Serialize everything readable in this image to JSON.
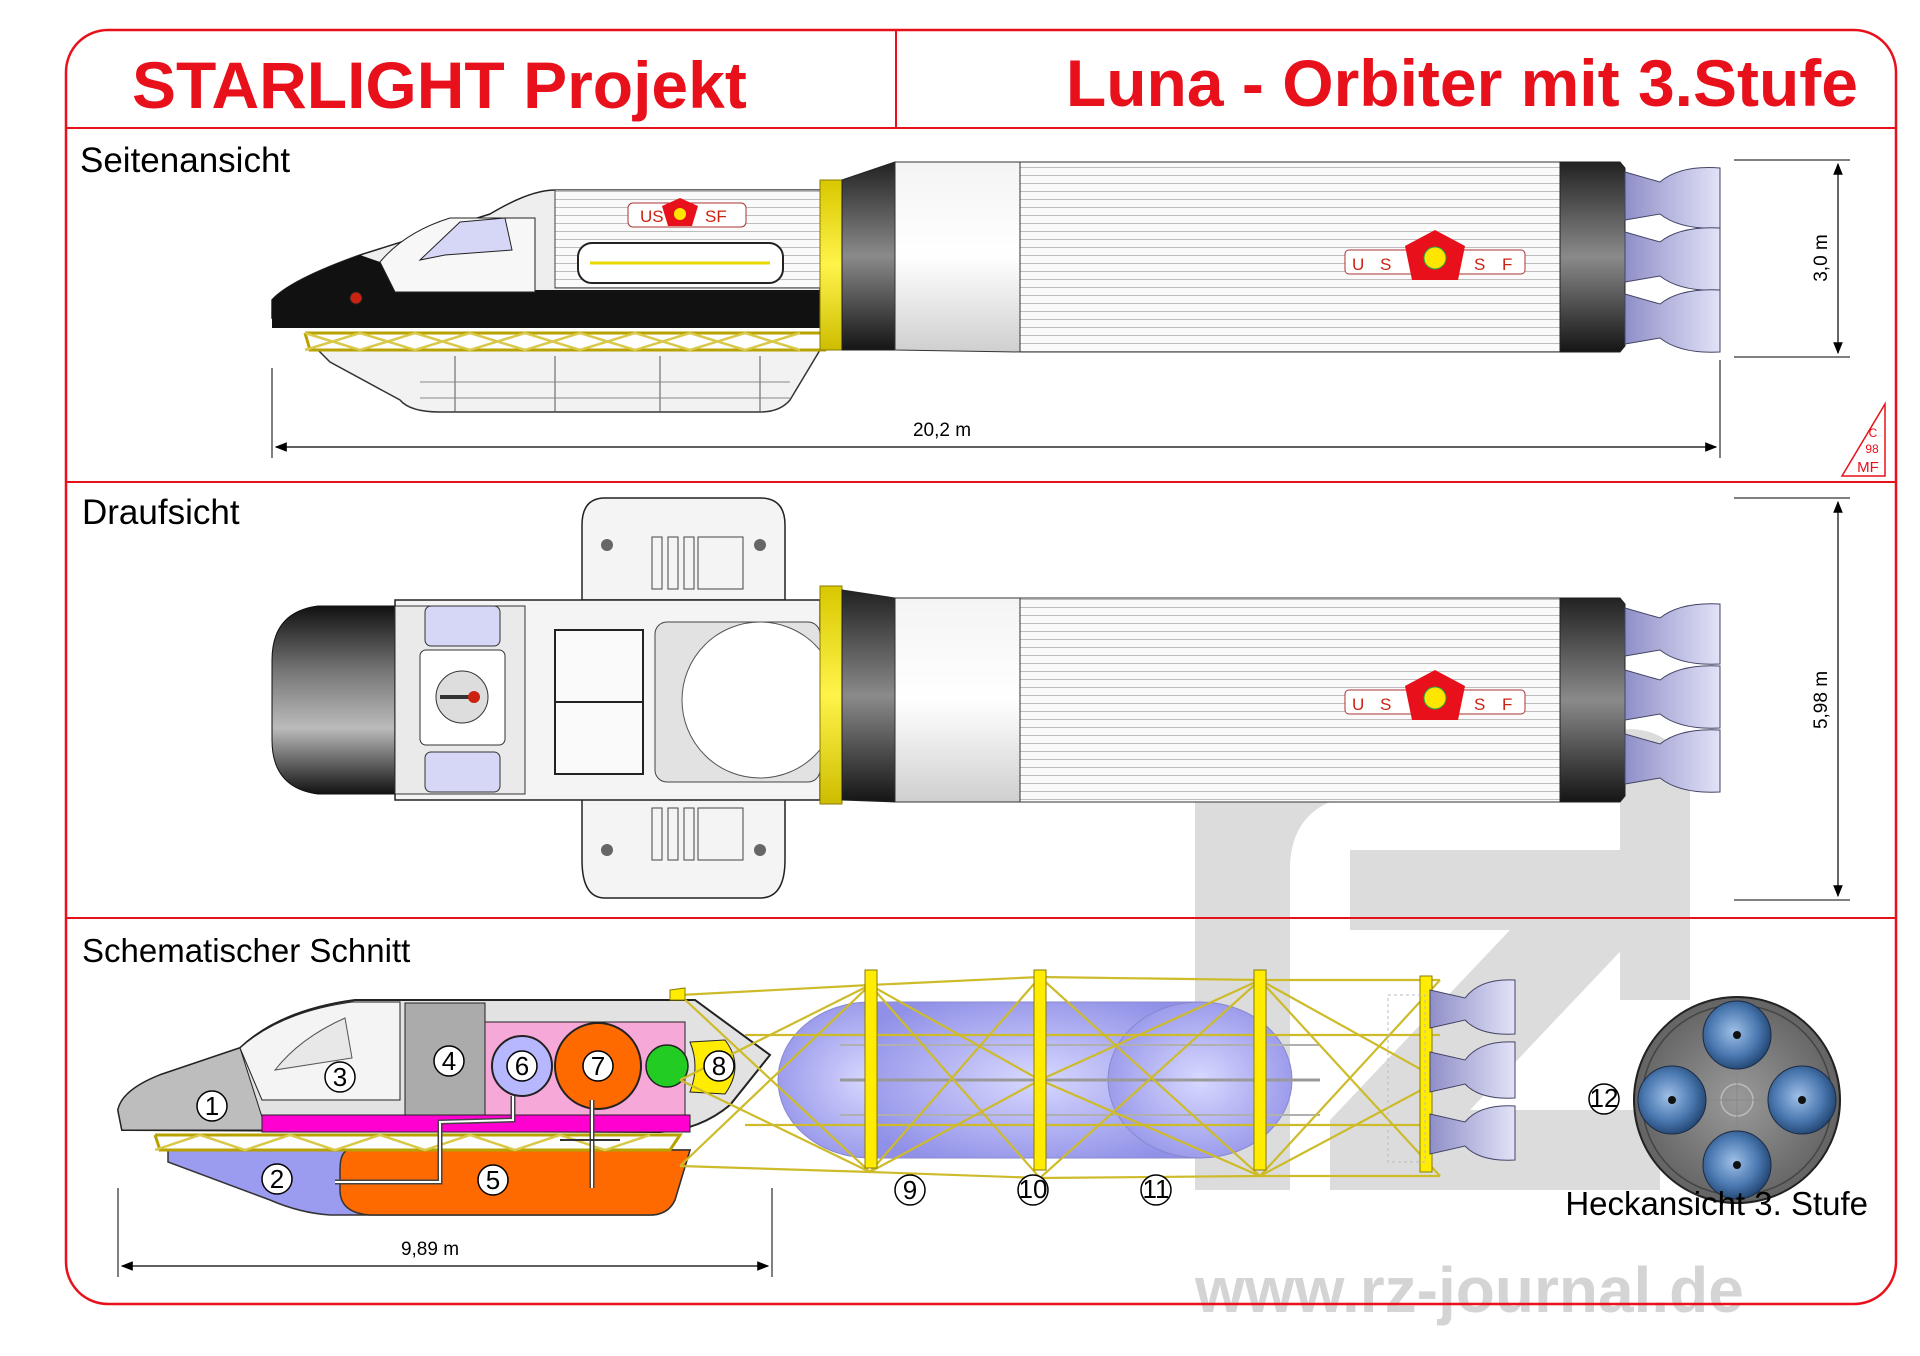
{
  "header": {
    "left_title": "STARLIGHT Projekt",
    "right_title": "Luna - Orbiter mit 3.Stufe"
  },
  "sections": {
    "side": {
      "label": "Seitenansicht",
      "length": "20,2 m",
      "height": "3,0 m"
    },
    "top": {
      "label": "Draufsicht",
      "width": "5,98 m"
    },
    "section": {
      "label": "Schematischer Schnitt",
      "length": "9,89 m",
      "rear_label": "Heckansicht 3. Stufe"
    }
  },
  "markings": {
    "us": "US",
    "sf": "SF",
    "u": "U",
    "s": "S",
    "f": "F",
    "stamp_top": "C",
    "stamp_mid": "98",
    "stamp_bottom": "MF"
  },
  "callouts": [
    "1",
    "2",
    "3",
    "4",
    "5",
    "6",
    "7",
    "8",
    "9",
    "10",
    "11",
    "12"
  ],
  "watermark": {
    "logo": "rz",
    "url": "www.rz-journal.de"
  },
  "colors": {
    "frame": "#e8101a",
    "yellow_ring": "#ffec00",
    "truss": "#d9c94a",
    "purple_tank": "#9b9bf0",
    "orange_tank": "#ff6a00",
    "magenta": "#ff00d0",
    "pink": "#f6a8d8",
    "green": "#22cc22"
  }
}
